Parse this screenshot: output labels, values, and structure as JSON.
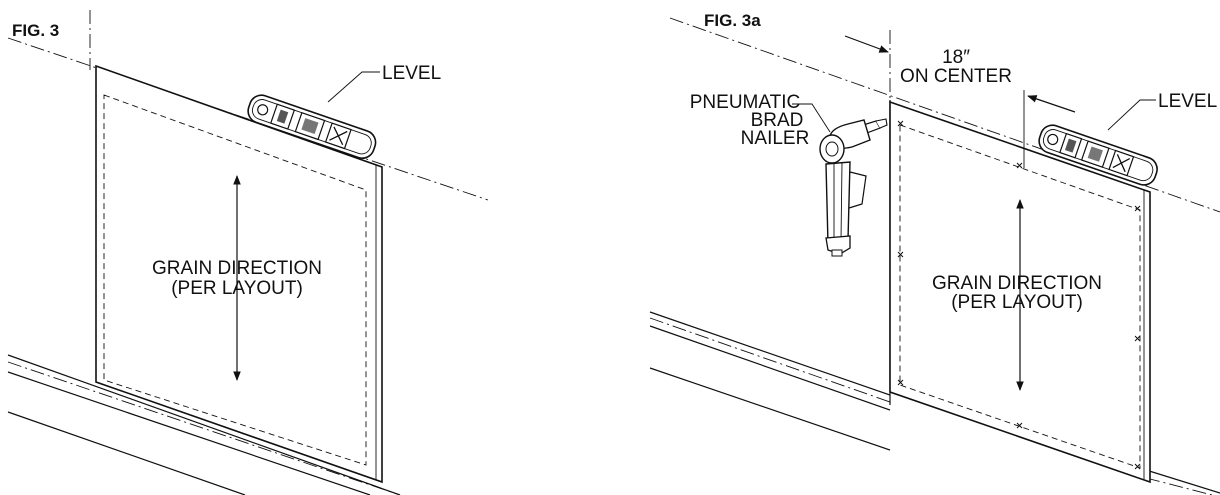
{
  "figures": [
    {
      "id": "fig3",
      "label": "FIG. 3",
      "level_label": "LEVEL",
      "grain_line1": "GRAIN DIRECTION",
      "grain_line2": "(PER LAYOUT)"
    },
    {
      "id": "fig3a",
      "label": "FIG. 3a",
      "level_label": "LEVEL",
      "grain_line1": "GRAIN DIRECTION",
      "grain_line2": "(PER LAYOUT)",
      "tool_line1": "PNEUMATIC",
      "tool_line2": "BRAD",
      "tool_line3": "NAILER",
      "spacing_line1": "18″",
      "spacing_line2": "ON CENTER"
    }
  ]
}
